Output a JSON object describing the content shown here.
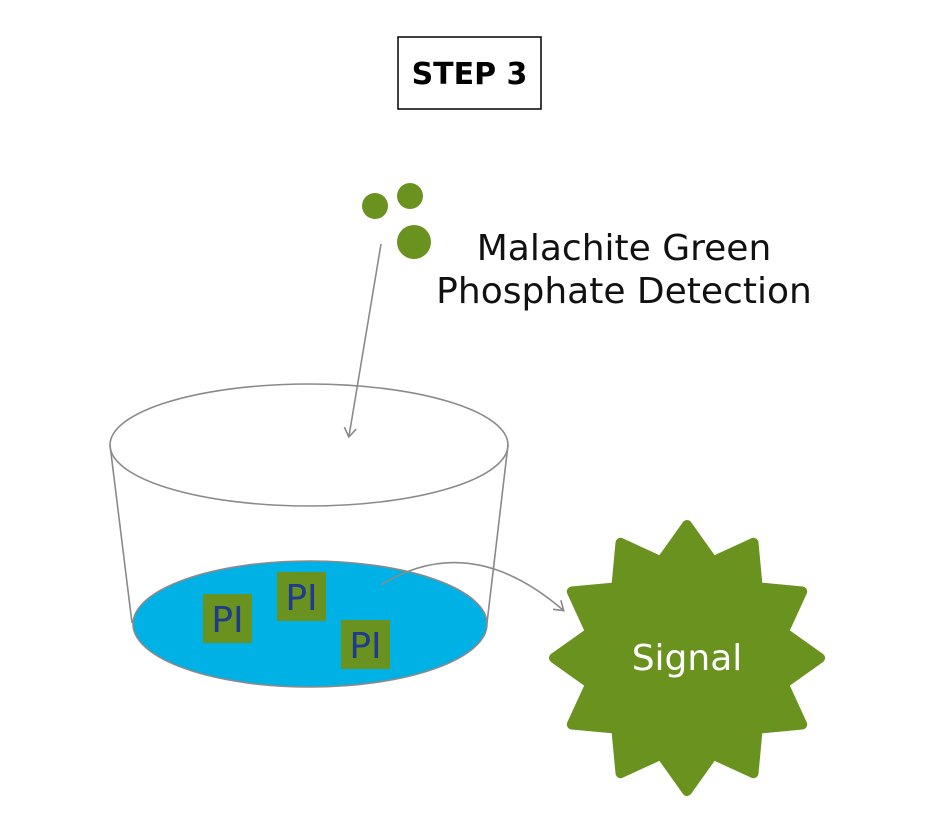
{
  "step": {
    "label": "STEP 3"
  },
  "reagent": {
    "line1": "Malachite Green",
    "line2": "Phosphate Detection"
  },
  "well": {
    "contents": [
      {
        "label": "PI"
      },
      {
        "label": "PI"
      },
      {
        "label": "PI"
      }
    ]
  },
  "signal": {
    "label": "Signal"
  },
  "colors": {
    "reagent_green": "#6a921f",
    "liquid_blue": "#00b1e6",
    "pi_box_green": "#6a921f",
    "pi_text_blue": "#1f3c8c",
    "signal_green": "#6a921f",
    "outline_gray": "#8a8a8a"
  }
}
